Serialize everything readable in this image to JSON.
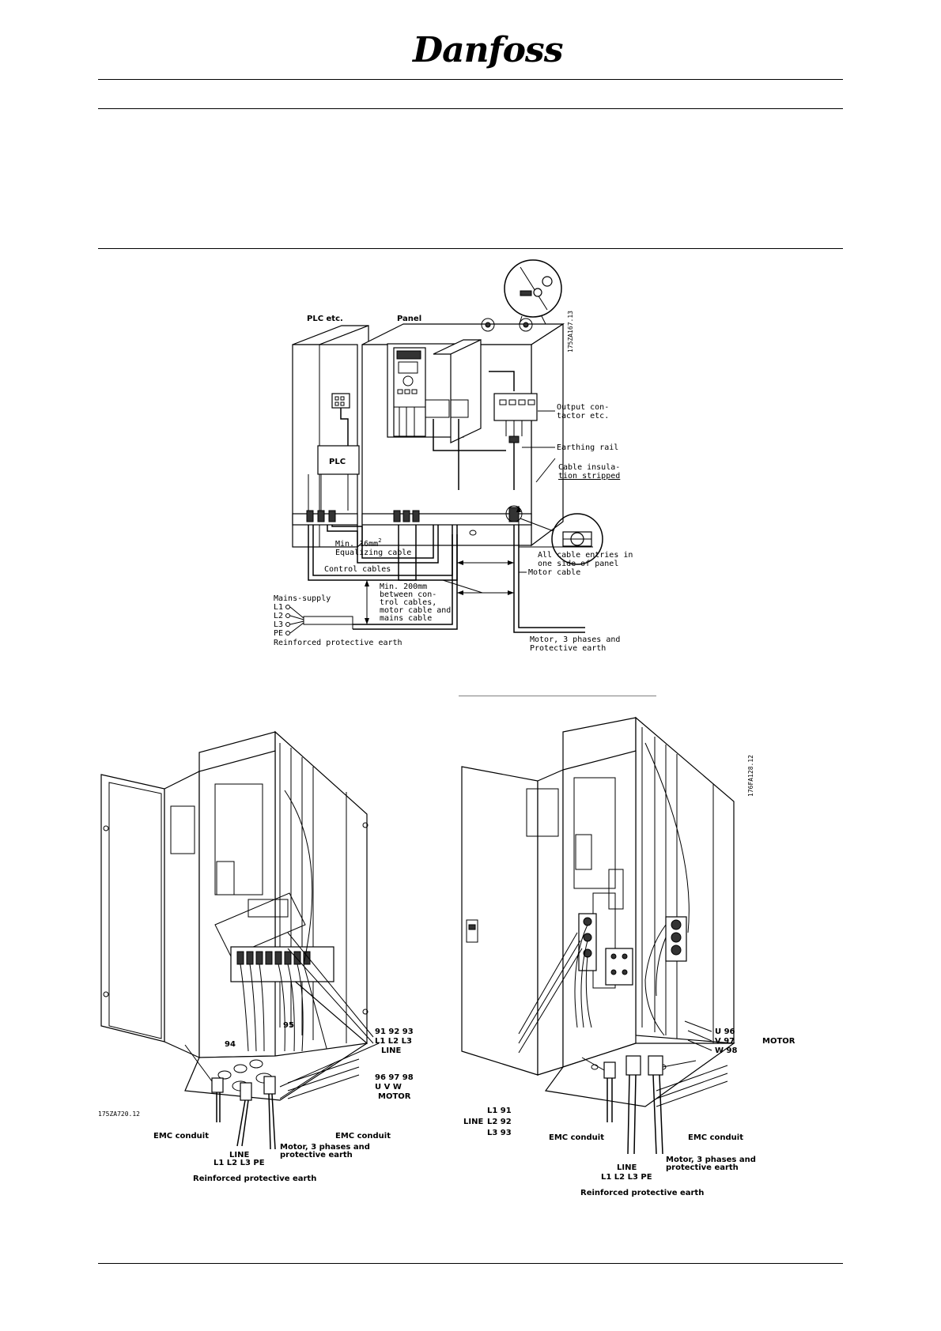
{
  "header": {
    "brand": "Danfoss"
  },
  "diagram_top": {
    "code": "175ZA167.13",
    "labels": {
      "plc_etc": "PLC etc.",
      "panel": "Panel",
      "plc": "PLC",
      "output_contactor_1": "Output con-",
      "output_contactor_2": "tactor etc.",
      "earthing_rail": "Earthing rail",
      "cable_insulation_1": "Cable insula-",
      "cable_insulation_2": "tion stripped",
      "min_16mm": "Min. 16mm",
      "min_16mm_sup": "2",
      "equalizing_cable": "Equalizing cable",
      "cable_entries_1": "All cable entries in",
      "cable_entries_2": "one side of panel",
      "control_cables": "Control cables",
      "min_200mm_1": "Min. 200mm",
      "min_200mm_2": "between con-",
      "min_200mm_3": "trol cables,",
      "min_200mm_4": "motor cable and",
      "min_200mm_5": "mains cable",
      "motor_cable": "Motor cable",
      "mains_supply": "Mains-supply",
      "l1": "L1",
      "l2": "L2",
      "l3": "L3",
      "pe": "PE",
      "reinforced_pe": "Reinforced protective earth",
      "motor_3ph_1": "Motor, 3 phases and",
      "motor_3ph_2": "Protective earth"
    }
  },
  "diagram_left": {
    "code": "175ZA720.12",
    "labels": {
      "line_terminals": "91 92 93",
      "line_phases": "L1 L2 L3",
      "line": "LINE",
      "motor_terminals": "96 97 98",
      "motor_phases": "U   V   W",
      "motor": "MOTOR",
      "t95": "95",
      "t94": "94",
      "emc_left": "EMC conduit",
      "emc_right": "EMC conduit",
      "line_bottom": "LINE",
      "line_bottom_phases": "L1 L2 L3 PE",
      "reinforced_pe": "Reinforced protective earth",
      "motor_3ph_1": "Motor, 3 phases and",
      "motor_3ph_2": "protective earth"
    }
  },
  "diagram_right": {
    "code": "176FA128.12",
    "labels": {
      "u96": "U 96",
      "v97": "V 97",
      "w98": "W 98",
      "motor": "MOTOR",
      "l1_91": "L1  91",
      "l2_92": "L2  92",
      "l3_93": "L3  93",
      "line": "LINE",
      "emc_left": "EMC conduit",
      "emc_right": "EMC conduit",
      "line_bottom": "LINE",
      "line_bottom_phases": "L1 L2 L3 PE",
      "reinforced_pe": "Reinforced protective earth",
      "motor_3ph_1": "Motor, 3 phases and",
      "motor_3ph_2": "protective earth"
    }
  }
}
